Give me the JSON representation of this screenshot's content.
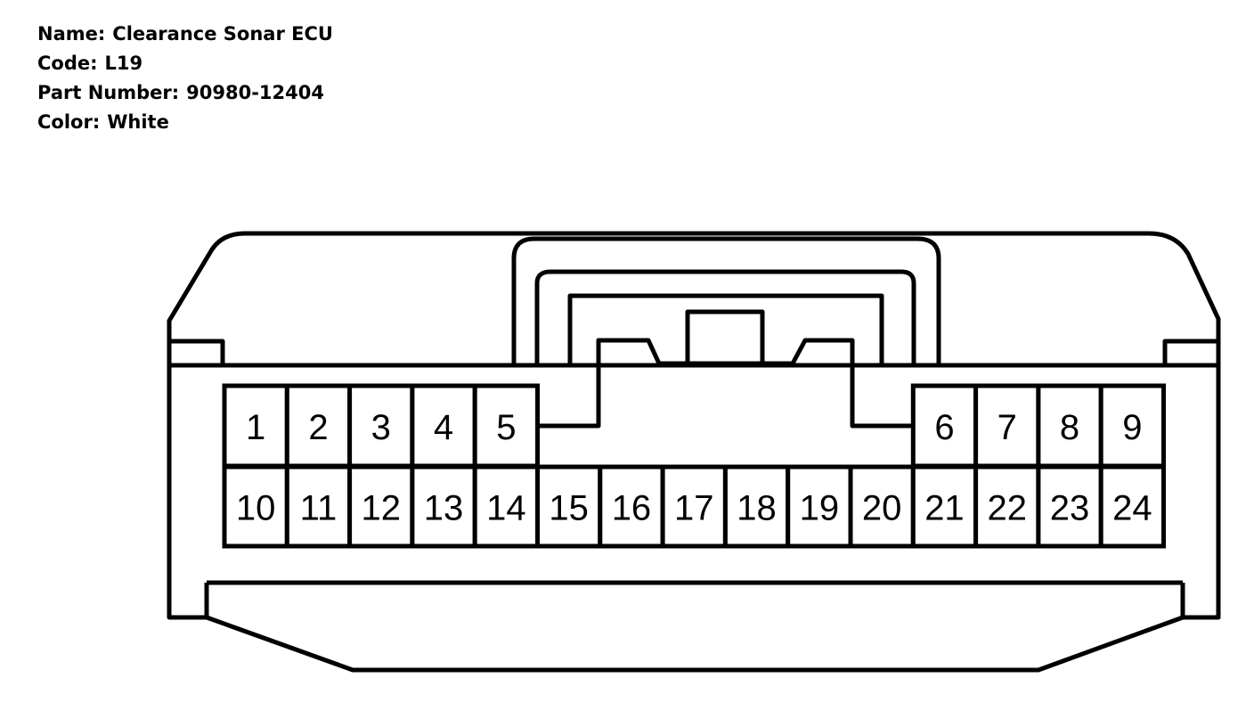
{
  "info": {
    "name_label": "Name:",
    "name_value": "Clearance Sonar ECU",
    "code_label": "Code:",
    "code_value": "L19",
    "part_label": "Part Number:",
    "part_value": "90980-12404",
    "color_label": "Color:",
    "color_value": "White"
  },
  "connector": {
    "top_row_left": [
      "1",
      "2",
      "3",
      "4",
      "5"
    ],
    "top_row_right": [
      "6",
      "7",
      "8",
      "9"
    ],
    "bottom_row": [
      "10",
      "11",
      "12",
      "13",
      "14",
      "15",
      "16",
      "17",
      "18",
      "19",
      "20",
      "21",
      "22",
      "23",
      "24"
    ]
  }
}
